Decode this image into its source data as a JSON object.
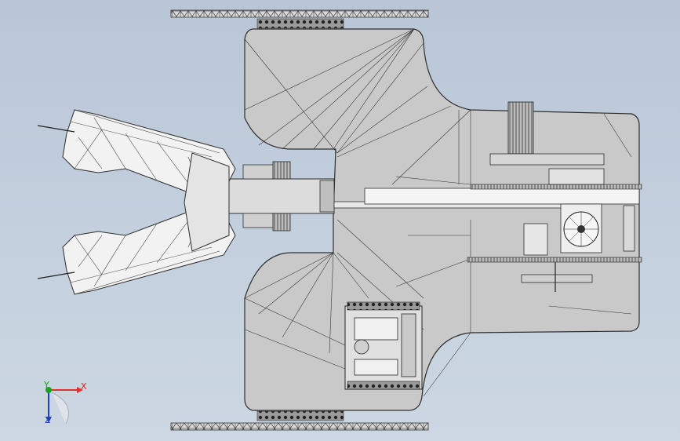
{
  "viewport": {
    "background_top": "#b9c6d6",
    "background_bottom": "#cdd7e3",
    "part_fill": "#c8c8c8",
    "edge_color": "#3a3a3a"
  },
  "triad": {
    "x_label": "X",
    "y_label": "Y",
    "z_label": "Z",
    "x_color": "#e03030",
    "y_color": "#20a020",
    "z_color": "#2040c0"
  }
}
